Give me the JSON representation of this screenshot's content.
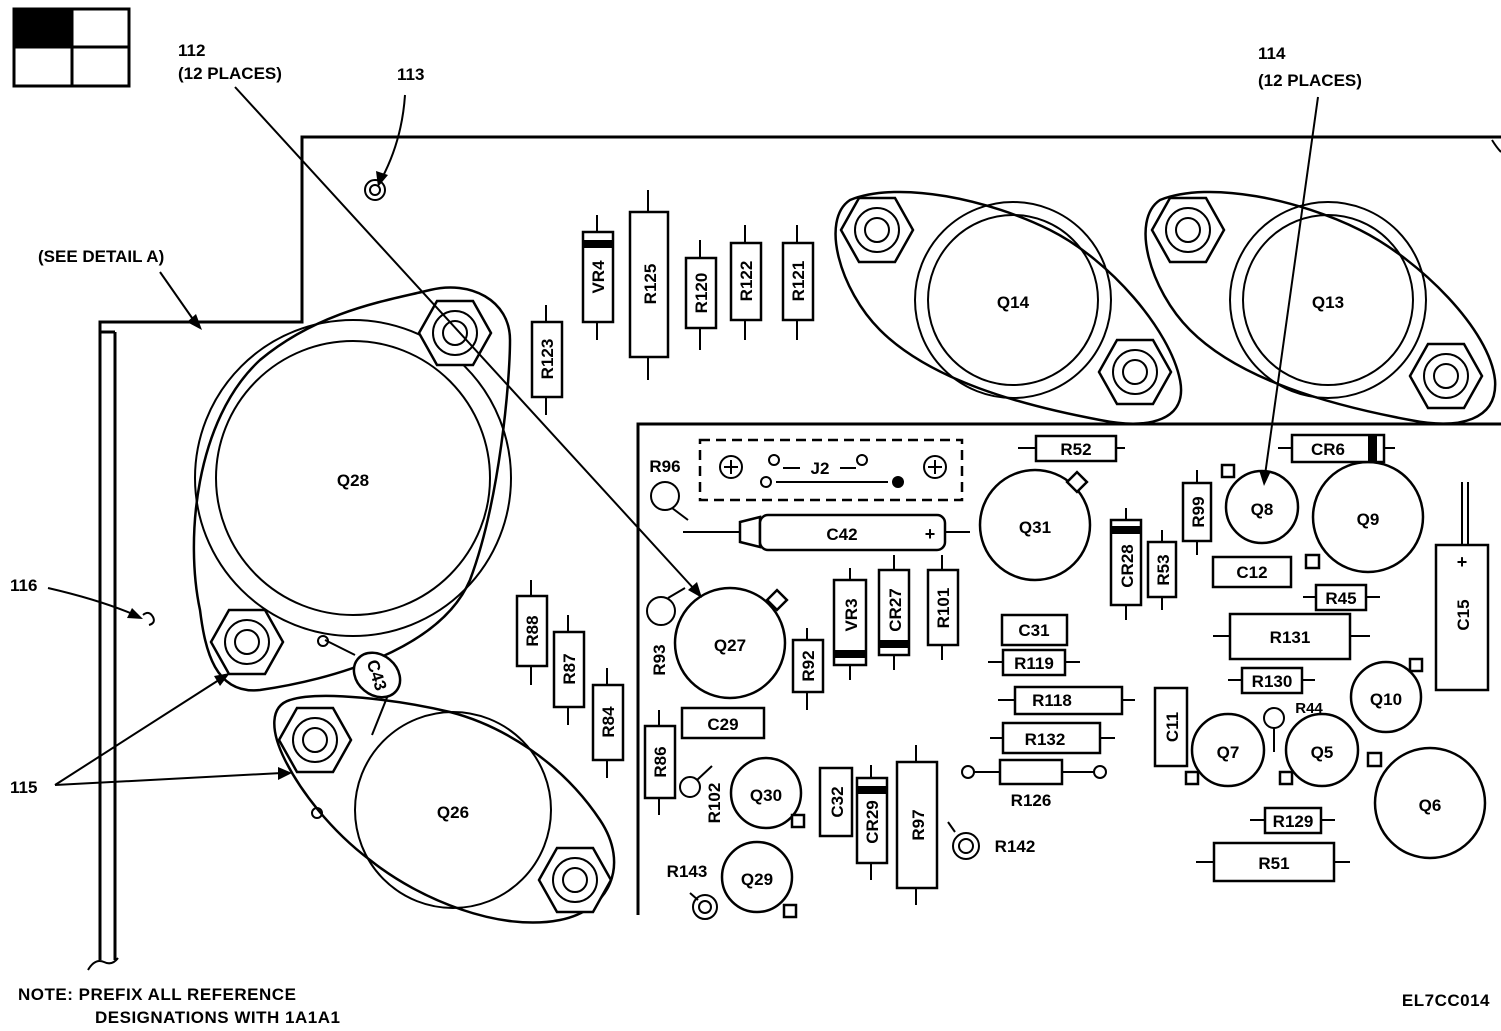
{
  "callouts": {
    "c112": "112",
    "c112_places": "(12 PLACES)",
    "c113": "113",
    "c114": "114",
    "c114_places": "(12 PLACES)",
    "c115": "115",
    "c116": "116",
    "see_detail": "(SEE DETAIL A)"
  },
  "transistors_large": [
    "Q28",
    "Q26",
    "Q14",
    "Q13"
  ],
  "transistors_small": [
    "Q31",
    "Q27",
    "Q30",
    "Q29",
    "Q8",
    "Q9",
    "Q10",
    "Q7",
    "Q5",
    "Q6"
  ],
  "resistors": [
    "R125",
    "R120",
    "R122",
    "R121",
    "R123",
    "R88",
    "R87",
    "R84",
    "R86",
    "R92",
    "R101",
    "R99",
    "R53",
    "R52",
    "R45",
    "R131",
    "R130",
    "R119",
    "R118",
    "R132",
    "R126",
    "R129",
    "R51",
    "R97"
  ],
  "diodes": [
    "VR4",
    "VR3",
    "CR27",
    "CR28",
    "CR6",
    "CR29"
  ],
  "capacitors": [
    "C42",
    "C43",
    "C29",
    "C31",
    "C12",
    "C15",
    "C11",
    "C32"
  ],
  "pots": [
    "R96",
    "R93",
    "R102",
    "R143",
    "R142",
    "R44"
  ],
  "connector": "J2",
  "plus_sign": "+",
  "note_line1": "NOTE:  PREFIX ALL REFERENCE",
  "note_line2": "DESIGNATIONS WITH 1A1A1",
  "figure_id": "EL7CC014"
}
